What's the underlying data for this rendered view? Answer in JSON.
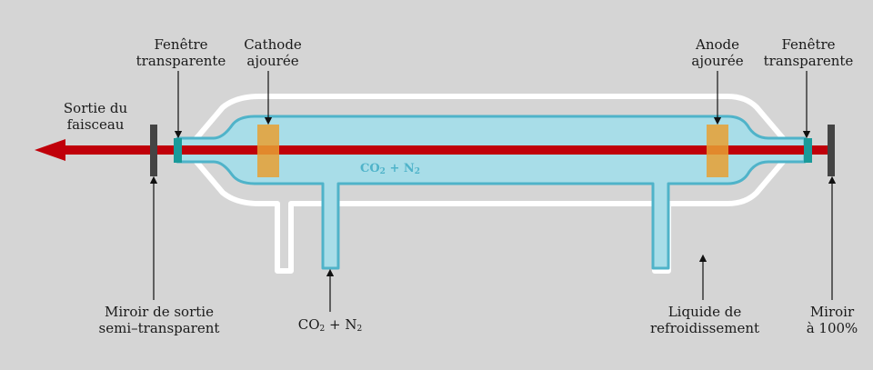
{
  "labels": {
    "sortie_faisceau": [
      "Sortie du",
      "faisceau"
    ],
    "fenetre_gauche": [
      "Fenêtre",
      "transparente"
    ],
    "cathode": [
      "Cathode",
      "ajourée"
    ],
    "anode": [
      "Anode",
      "ajourée"
    ],
    "fenetre_droite": [
      "Fenêtre",
      "transparente"
    ],
    "miroir_sortie": [
      "Miroir de sortie",
      "semi–transparent"
    ],
    "gaz_entree": {
      "a": "CO",
      "sub1": "2",
      "b": " + N",
      "sub2": "2"
    },
    "liquide": [
      "Liquide de",
      "refroidissement"
    ],
    "miroir_100": [
      "Miroir",
      "à 100%"
    ],
    "gaz_interieur": {
      "a": "CO",
      "sub1": "2",
      "b": " + N",
      "sub2": "2"
    }
  },
  "colors": {
    "background": "#d5d5d5",
    "gas": "#a8dde8",
    "gas_outline": "#4fb3c9",
    "beam": "#c0000a",
    "electrode": "#e8a033",
    "window": "#1a9a9a",
    "mirror": "#444444",
    "coolant_wall": "#ffffff"
  }
}
